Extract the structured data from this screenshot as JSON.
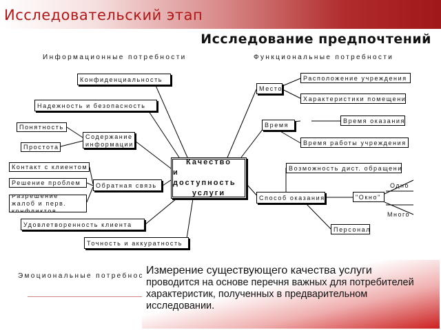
{
  "header": {
    "title": "Исследовательский этап"
  },
  "subtitle": "Исследование предпочтений",
  "sections": {
    "informational": "Информационные потребности",
    "functional": "Функциональные потребности",
    "emotional": "Эмоциональные потребности"
  },
  "center": {
    "line1": "Качество",
    "line2": "и доступность",
    "line3": "услуги"
  },
  "nodes": {
    "confidentiality": "Конфиденциальность",
    "reliability": "Надежность и безопасность",
    "content": "Содержание информации",
    "clarity": "Понятность",
    "simplicity": "Простота",
    "feedback": "Обратная связь",
    "client_contact": "Контакт с клиентом",
    "problem_solving": "Решение проблем",
    "complaints": "Разрешение жалоб и перв. конфликтов",
    "client_satisfaction": "Удовлетворенность клиента",
    "accuracy": "Точность и аккуратность",
    "place": "Место",
    "location": "Расположение учреждения",
    "premises": "Характеристики помещения",
    "time": "Время",
    "service_time": "Время оказания",
    "working_hours": "Время работы учреждения",
    "method": "Способ оказания",
    "remote": "Возможность дист. обращения",
    "window": "\"Окно\"",
    "one": "Одно",
    "many": "Много",
    "personnel": "Персонал"
  },
  "callout": {
    "lead": "Измерение существующего качества услуги",
    "body": "проводится на основе перечня важных для потребителей характеристик, полученных в предварительном исследовании."
  },
  "colors": {
    "accent": "#b01818",
    "header_gradient_end": "#a01818",
    "callout_gradient_end": "#cc2020"
  }
}
